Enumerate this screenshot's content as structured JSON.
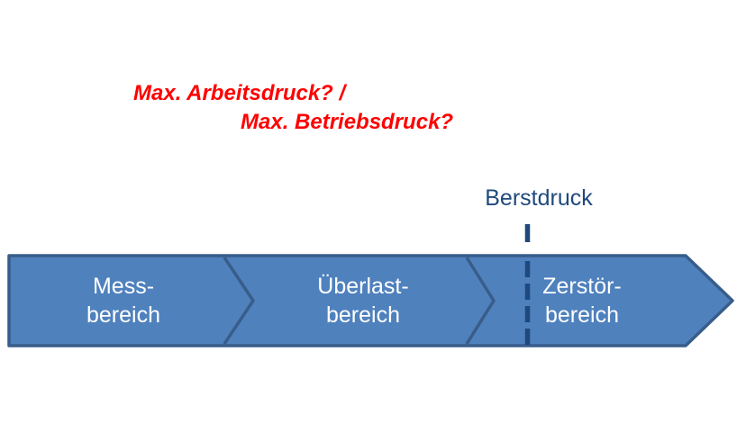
{
  "annotation": {
    "line1": "Max. Arbeitsdruck? /",
    "line2": "Max. Betriebsdruck?",
    "color": "#FF0000"
  },
  "berstdruck": {
    "label": "Berstdruck",
    "color": "#1F497D"
  },
  "arrow": {
    "fill_color": "#4F81BD",
    "border_color": "#385D8A",
    "dashed_line_color": "#1F497D",
    "label_color": "#FFFFFF",
    "segments": [
      {
        "line1": "Mess-",
        "line2": "bereich"
      },
      {
        "line1": "Überlast-",
        "line2": "bereich"
      },
      {
        "line1": "Zerstör-",
        "line2": "bereich"
      }
    ]
  }
}
